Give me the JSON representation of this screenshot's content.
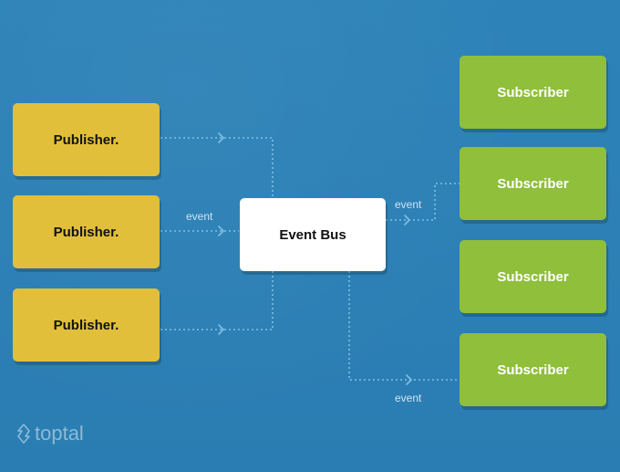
{
  "publishers": [
    {
      "label": "Publisher."
    },
    {
      "label": "Publisher."
    },
    {
      "label": "Publisher."
    }
  ],
  "bus": {
    "label": "Event Bus"
  },
  "subscribers": [
    {
      "label": "Subscriber"
    },
    {
      "label": "Subscriber"
    },
    {
      "label": "Subscriber"
    },
    {
      "label": "Subscriber"
    }
  ],
  "events": {
    "pub_event": "event",
    "sub_event_top": "event",
    "sub_event_bottom": "event"
  },
  "brand": {
    "logo_text": "toptal"
  },
  "colors": {
    "background": "#2b7fb4",
    "publisher": "#e2bf3a",
    "subscriber": "#8fbf3b",
    "bus": "#ffffff",
    "connector": "#7fc0e6"
  }
}
